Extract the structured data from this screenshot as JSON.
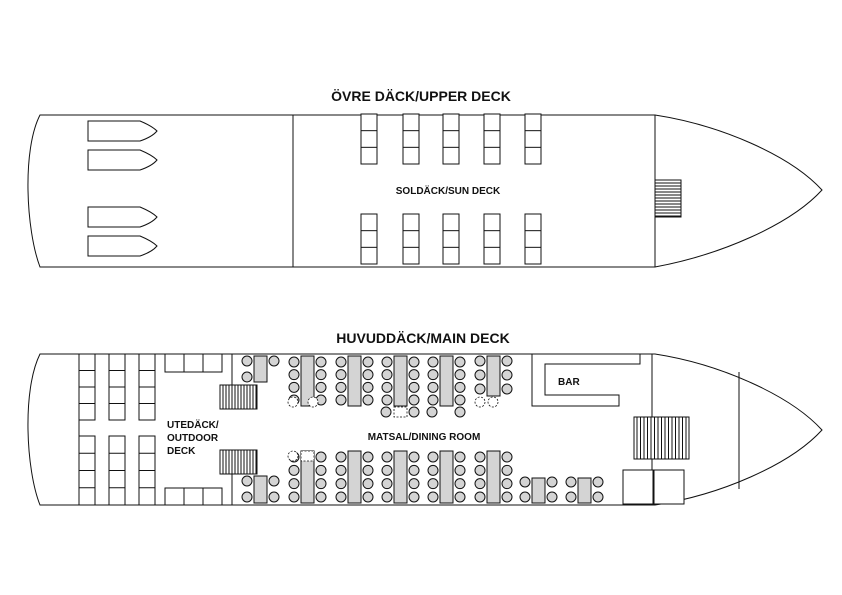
{
  "upper_deck": {
    "title": "ÖVRE DÄCK/UPPER DECK",
    "area_label": "SOLDÄCK/SUN DECK"
  },
  "main_deck": {
    "title": "HUVUDDÄCK/MAIN DECK",
    "outdoor_label_lines": [
      "UTEDÄCK/",
      "OUTDOOR",
      "DECK"
    ],
    "dining_label": "MATSAL/DINING ROOM",
    "bar_label": "BAR"
  }
}
